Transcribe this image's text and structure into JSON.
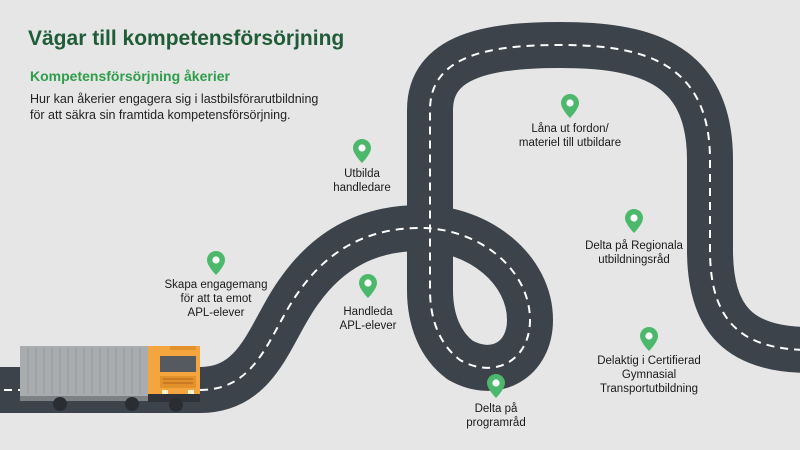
{
  "title": "Vägar till kompetensförsörjning",
  "subtitle": "Kompetensförsörjning åkerier",
  "intro": [
    "Hur kan åkerier engagera sig i lastbilsförarutbildning",
    "för att säkra sin framtida kompetensförsörjning."
  ],
  "colors": {
    "road": "#3c434b",
    "road_line": "#ffffff",
    "pin": "#4cb86b",
    "title": "#1f5c37",
    "subtitle": "#2e9e4a",
    "truck_cab": "#f5a53d",
    "truck_trailer": "#a9acae"
  },
  "icons": {
    "pin": "map-pin-icon",
    "truck": "truck-icon"
  },
  "steps": [
    {
      "id": "skapa",
      "lines": [
        "Skapa engagemang",
        "för att ta emot",
        "APL-elever"
      ]
    },
    {
      "id": "utbilda",
      "lines": [
        "Utbilda",
        "handledare"
      ]
    },
    {
      "id": "handleda",
      "lines": [
        "Handleda",
        "APL-elever"
      ]
    },
    {
      "id": "delta-programrad",
      "lines": [
        "Delta på",
        "programråd"
      ]
    },
    {
      "id": "lana",
      "lines": [
        "Låna ut fordon/",
        "materiel till utbildare"
      ]
    },
    {
      "id": "regionala",
      "lines": [
        "Delta på Regionala",
        "utbildningsråd"
      ]
    },
    {
      "id": "certifierad",
      "lines": [
        "Delaktig i Certifierad",
        "Gymnasial",
        "Transportutbildning"
      ]
    }
  ]
}
